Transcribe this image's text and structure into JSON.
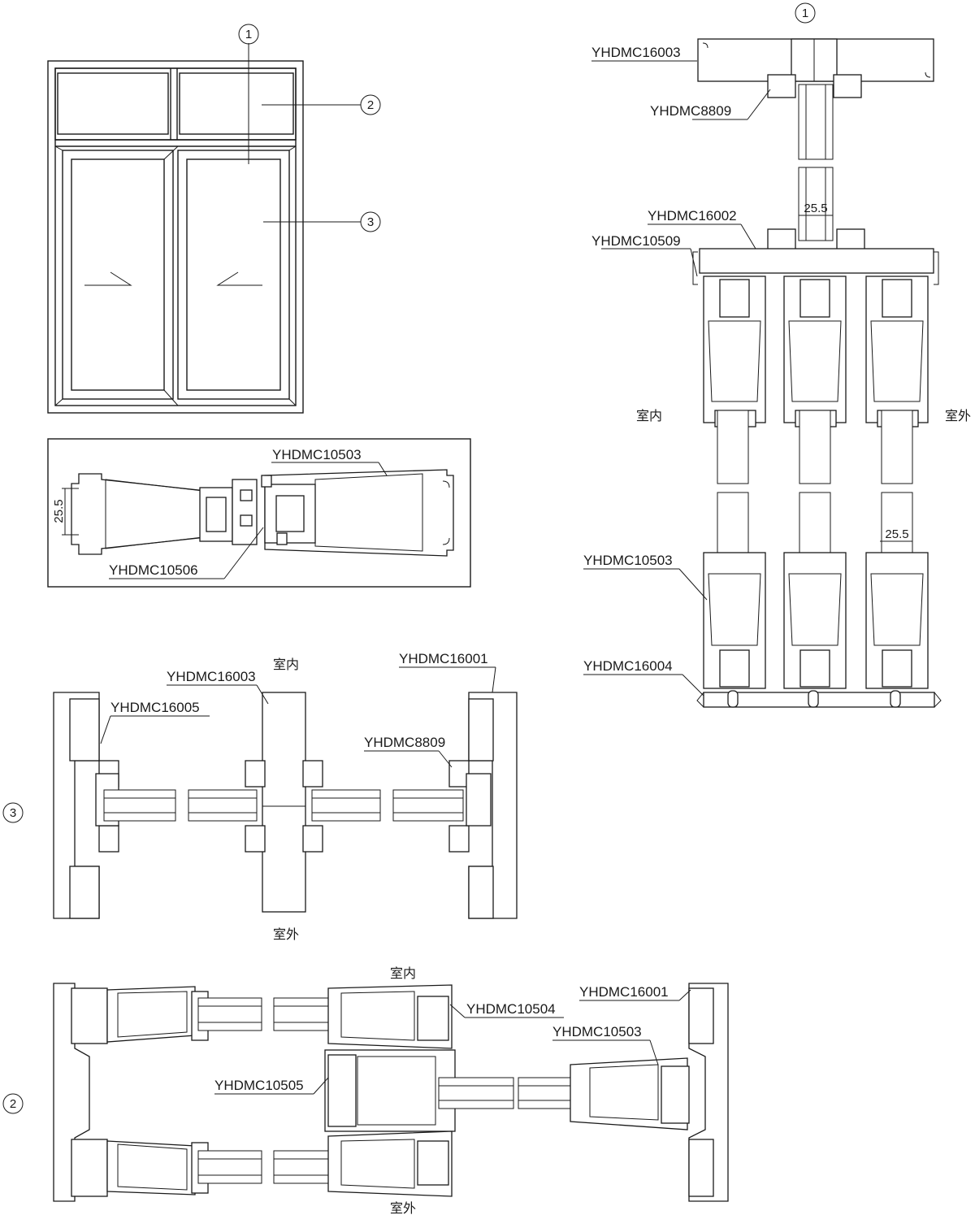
{
  "callouts": {
    "one": "1",
    "two": "2",
    "three": "3"
  },
  "orientation": {
    "indoor": "室内",
    "outdoor": "室外"
  },
  "dimension": "25.5",
  "profiles": {
    "p16003": "YHDMC16003",
    "p8809": "YHDMC8809",
    "p16002": "YHDMC16002",
    "p10509": "YHDMC10509",
    "p10503": "YHDMC10503",
    "p16004": "YHDMC16004",
    "p10506": "YHDMC10506",
    "p16001": "YHDMC16001",
    "p16005": "YHDMC16005",
    "p10504": "YHDMC10504",
    "p10505": "YHDMC10505"
  }
}
